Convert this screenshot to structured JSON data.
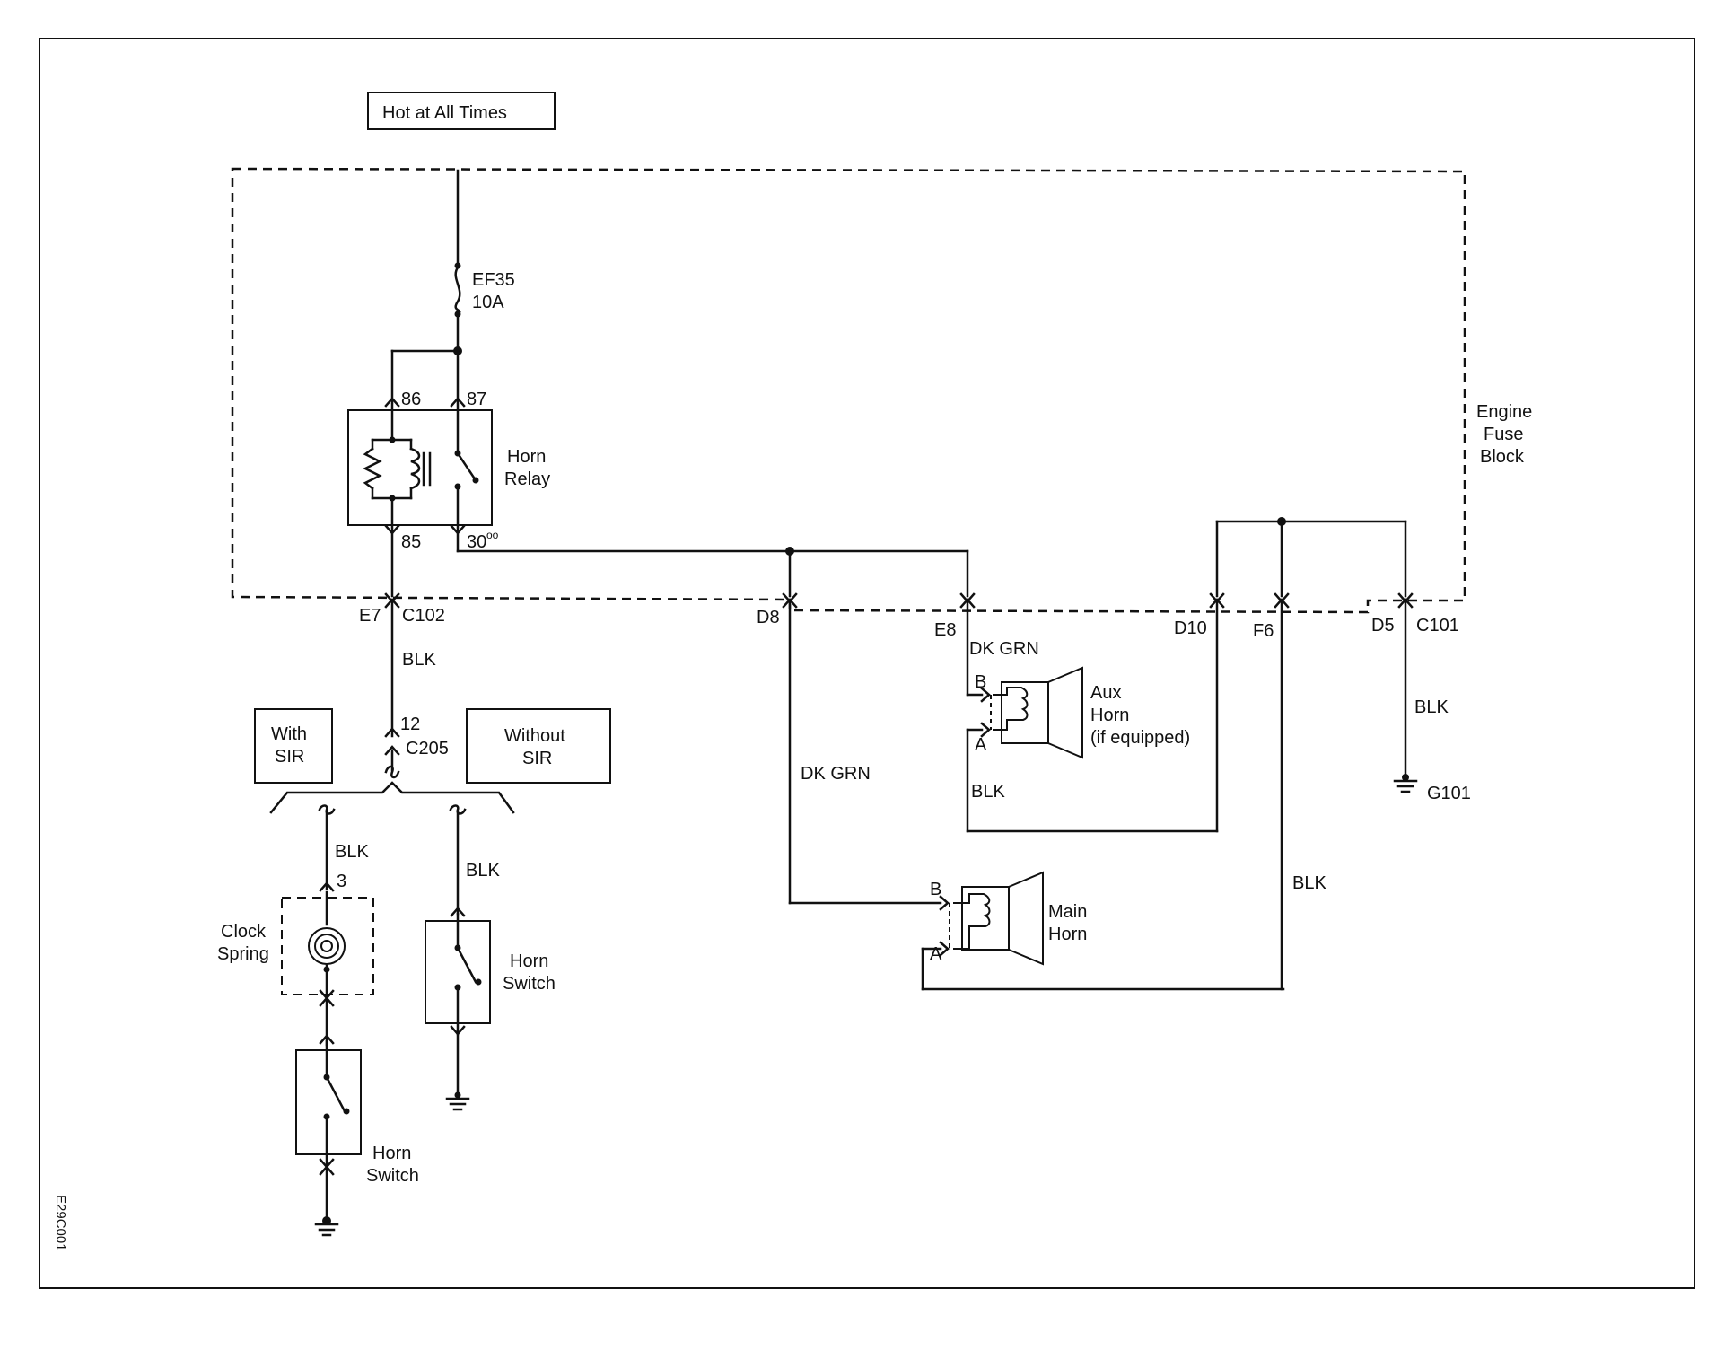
{
  "labels": {
    "hot": "Hot at All Times",
    "fuse_name": "EF35",
    "fuse_rating": "10A",
    "pin86": "86",
    "pin87": "87",
    "pin85": "85",
    "pin30": "30",
    "horn_relay_l1": "Horn",
    "horn_relay_l2": "Relay",
    "engine_l1": "Engine",
    "engine_l2": "Fuse",
    "engine_l3": "Block",
    "e7": "E7",
    "c102": "C102",
    "d8": "D8",
    "e8": "E8",
    "d10": "D10",
    "f6": "F6",
    "d5": "D5",
    "c101": "C101",
    "blk_main": "BLK",
    "pin12": "12",
    "c205": "C205",
    "with_sir_l1": "With",
    "with_sir_l2": "SIR",
    "without_sir_l1": "Without",
    "without_sir_l2": "SIR",
    "dkgrn_aux": "DK GRN",
    "dkgrn_main": "DK GRN",
    "aux_b": "B",
    "aux_a": "A",
    "aux_l1": "Aux",
    "aux_l2": "Horn",
    "aux_l3": "(if equipped)",
    "blk_aux": "BLK",
    "blk_g101": "BLK",
    "g101": "G101",
    "blk_f6": "BLK",
    "main_b": "B",
    "main_a": "A",
    "main_l1": "Main",
    "main_l2": "Horn",
    "blk_left": "BLK",
    "pin3": "3",
    "clock_l1": "Clock",
    "clock_l2": "Spring",
    "blk_right": "BLK",
    "hs_right_l1": "Horn",
    "hs_right_l2": "Switch",
    "hs_left_l1": "Horn",
    "hs_left_l2": "Switch",
    "code": "E29C001"
  }
}
